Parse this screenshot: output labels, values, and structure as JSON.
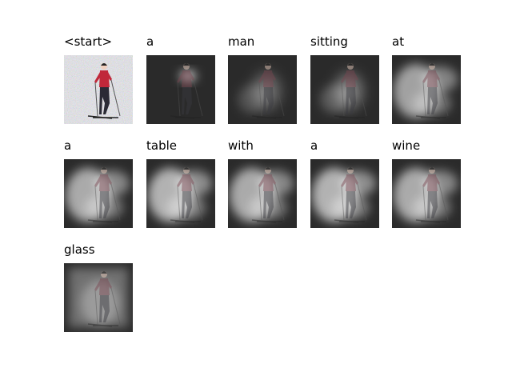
{
  "tokens": [
    {
      "word": "<start>",
      "style": "original",
      "peak": 0.15
    },
    {
      "word": "a",
      "style": "spot",
      "peak": 1.0
    },
    {
      "word": "man",
      "style": "soft",
      "peak": 0.45
    },
    {
      "word": "sitting",
      "style": "soft",
      "peak": 0.55
    },
    {
      "word": "at",
      "style": "wide",
      "peak": 0.75
    },
    {
      "word": "a",
      "style": "wide",
      "peak": 0.8
    },
    {
      "word": "table",
      "style": "wide",
      "peak": 0.85
    },
    {
      "word": "with",
      "style": "wide",
      "peak": 0.8
    },
    {
      "word": "a",
      "style": "wide",
      "peak": 0.85
    },
    {
      "word": "wine",
      "style": "wide",
      "peak": 0.8
    },
    {
      "word": "glass",
      "style": "haze",
      "peak": 0.6
    }
  ],
  "colors": {
    "background": "#ffffff",
    "jacket": "#c0283a",
    "pants": "#2a2a35",
    "snow": "#e8e8ee",
    "attention_dark": "#2a2a2a"
  }
}
